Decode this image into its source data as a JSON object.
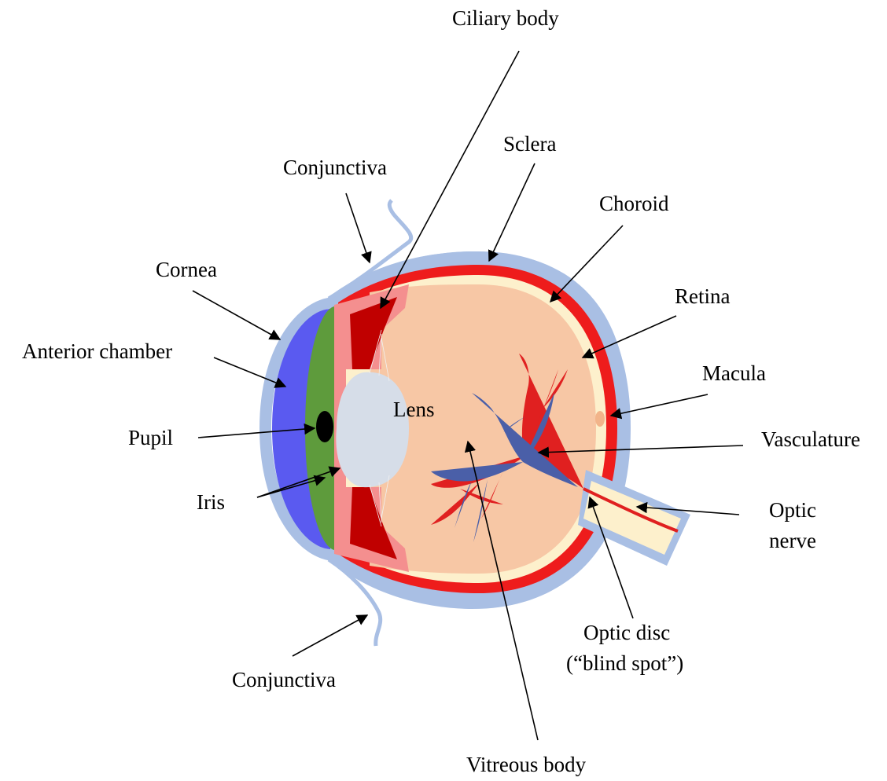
{
  "labels": {
    "ciliary_body": "Ciliary body",
    "sclera": "Sclera",
    "conjunctiva_top": "Conjunctiva",
    "choroid": "Choroid",
    "cornea": "Cornea",
    "retina": "Retina",
    "anterior_chamber": "Anterior chamber",
    "macula": "Macula",
    "lens": "Lens",
    "pupil": "Pupil",
    "vasculature": "Vasculature",
    "iris": "Iris",
    "optic_nerve_line1": "Optic",
    "optic_nerve_line2": "nerve",
    "optic_disc_line1": "Optic disc",
    "optic_disc_line2": "(“blind spot”)",
    "conjunctiva_bottom": "Conjunctiva",
    "vitreous_body": "Vitreous body"
  },
  "colors": {
    "sclera": "#a9bfe4",
    "choroid": "#ee1c1c",
    "retina": "#fdf0cc",
    "vitreous": "#f7c7a5",
    "ciliary_outer": "#f48f8f",
    "ciliary_inner": "#c00000",
    "anterior_chamber": "#5a5af0",
    "iris": "#5e9b3c",
    "lens": "#d6dde8",
    "pupil": "#000000",
    "vessel_red": "#e02020",
    "vessel_blue": "#4a5fa8",
    "macula": "#f2b48a",
    "optic_nerve": "#fdf0cc",
    "leader_line": "#000000"
  }
}
